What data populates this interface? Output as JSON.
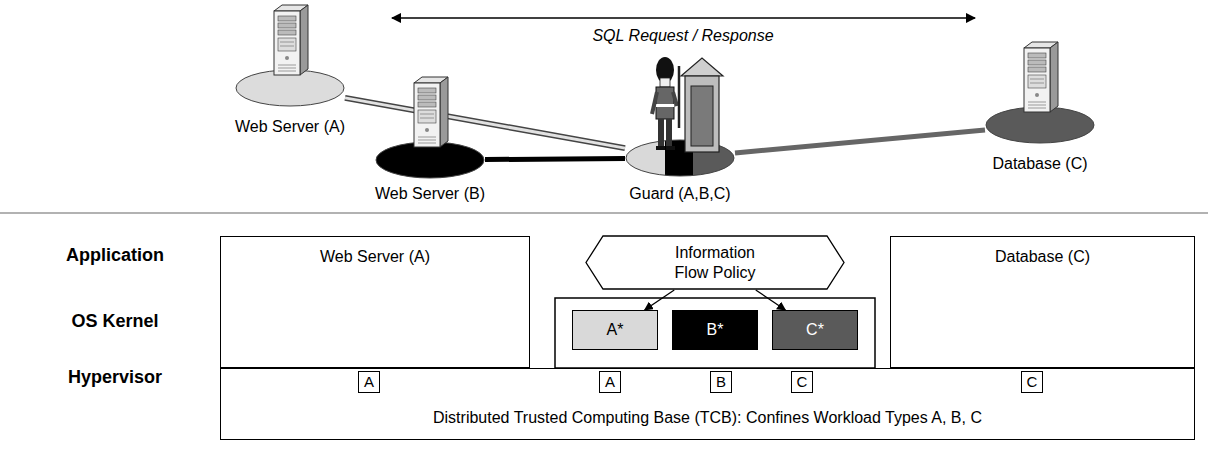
{
  "diagram": {
    "nodes": [
      {
        "text": [
          "Web Server (A)"
        ]
      },
      {
        "text": [
          "Web Server (B)"
        ]
      },
      {
        "text": [
          "Guard (A,B,C)"
        ]
      },
      {
        "text": [
          "Database (C)"
        ]
      },
      {
        "text": [
          "Web Server (A)"
        ]
      },
      {
        "text": [
          "Information Flow Policy"
        ]
      },
      {
        "text": [
          "Database (C)"
        ]
      },
      {
        "text": [
          "A*"
        ]
      },
      {
        "text": [
          "B*"
        ]
      },
      {
        "text": [
          "C*"
        ]
      },
      {
        "text": [
          "Distributed Trusted Computing Base (TCB): Confines Workload Types A, B, C"
        ]
      },
      {
        "text": [
          "A"
        ],
        "in": 10
      },
      {
        "text": [
          "A"
        ],
        "in": 10
      },
      {
        "text": [
          "B"
        ],
        "in": 10
      },
      {
        "text": [
          "C"
        ],
        "in": 10
      },
      {
        "text": [
          "C"
        ],
        "in": 10
      }
    ],
    "edges": [
      {
        "from": 0,
        "to": 2,
        "arrow": "none"
      },
      {
        "from": 1,
        "to": 2,
        "arrow": "none"
      },
      {
        "from": 2,
        "to": 3,
        "arrow": "none"
      },
      {
        "from": 5,
        "to": 7,
        "arrow": "to"
      },
      {
        "from": 5,
        "to": 9,
        "arrow": "to"
      },
      {
        "from": 11,
        "to": 12,
        "arrow": "none"
      },
      {
        "from": 14,
        "to": 15,
        "arrow": "none"
      }
    ],
    "labels": [
      "SQL Request / Response",
      "Application",
      "OS Kernel",
      "Hypervisor"
    ]
  }
}
